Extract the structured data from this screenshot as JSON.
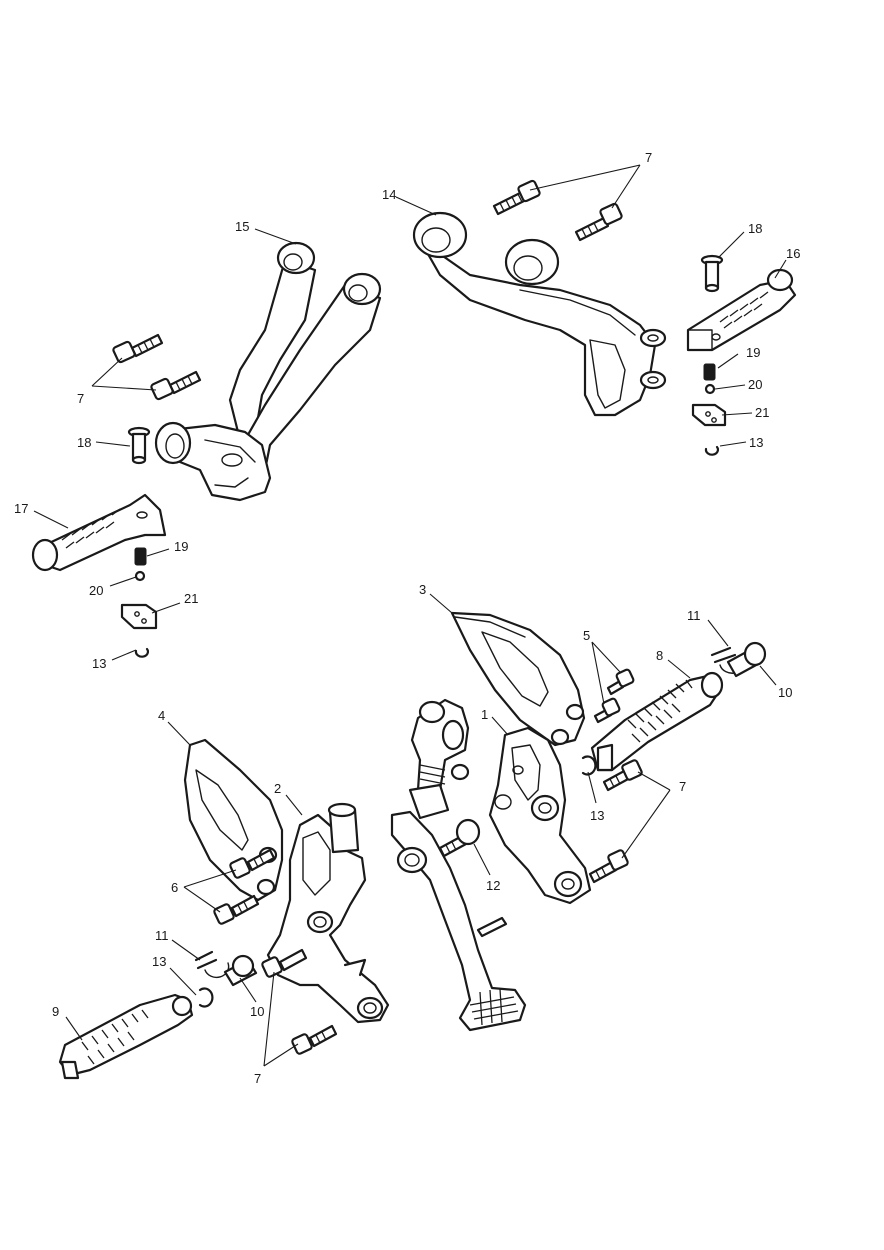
{
  "callouts": [
    {
      "id": "c7a",
      "text": "7"
    },
    {
      "id": "c14",
      "text": "14"
    },
    {
      "id": "c15",
      "text": "15"
    },
    {
      "id": "c18a",
      "text": "18"
    },
    {
      "id": "c16",
      "text": "16"
    },
    {
      "id": "c7b",
      "text": "7"
    },
    {
      "id": "c19a",
      "text": "19"
    },
    {
      "id": "c20a",
      "text": "20"
    },
    {
      "id": "c18b",
      "text": "18"
    },
    {
      "id": "c21a",
      "text": "21"
    },
    {
      "id": "c13a",
      "text": "13"
    },
    {
      "id": "c17",
      "text": "17"
    },
    {
      "id": "c19b",
      "text": "19"
    },
    {
      "id": "c20b",
      "text": "20"
    },
    {
      "id": "c21b",
      "text": "21"
    },
    {
      "id": "c13b",
      "text": "13"
    },
    {
      "id": "c3",
      "text": "3"
    },
    {
      "id": "c11a",
      "text": "11"
    },
    {
      "id": "c5",
      "text": "5"
    },
    {
      "id": "c8",
      "text": "8"
    },
    {
      "id": "c10a",
      "text": "10"
    },
    {
      "id": "c4",
      "text": "4"
    },
    {
      "id": "c1",
      "text": "1"
    },
    {
      "id": "c7c",
      "text": "7"
    },
    {
      "id": "c13c",
      "text": "13"
    },
    {
      "id": "c2",
      "text": "2"
    },
    {
      "id": "c12",
      "text": "12"
    },
    {
      "id": "c6",
      "text": "6"
    },
    {
      "id": "c11b",
      "text": "11"
    },
    {
      "id": "c13d",
      "text": "13"
    },
    {
      "id": "c10b",
      "text": "10"
    },
    {
      "id": "c9",
      "text": "9"
    },
    {
      "id": "c7d",
      "text": "7"
    }
  ]
}
